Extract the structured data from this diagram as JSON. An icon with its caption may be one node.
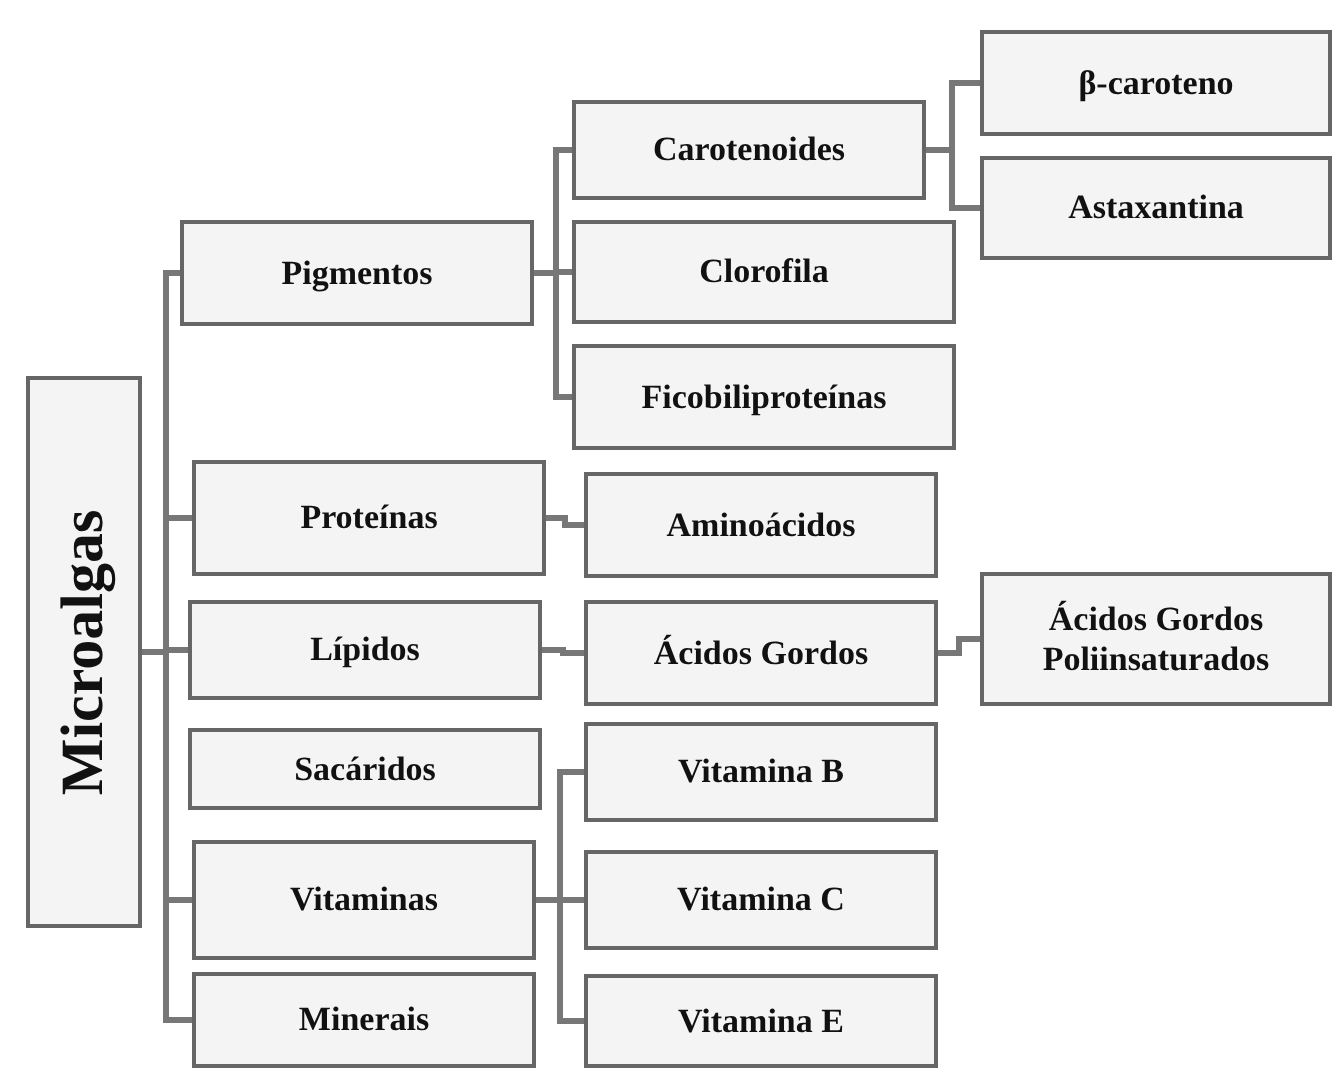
{
  "diagram": {
    "nodes": [
      {
        "text": [
          "Microalgas"
        ]
      },
      {
        "text": [
          "Pigmentos"
        ]
      },
      {
        "text": [
          "Proteínas"
        ]
      },
      {
        "text": [
          "Lípidos"
        ]
      },
      {
        "text": [
          "Sacáridos"
        ]
      },
      {
        "text": [
          "Vitaminas"
        ]
      },
      {
        "text": [
          "Minerais"
        ]
      },
      {
        "text": [
          "Carotenoides"
        ]
      },
      {
        "text": [
          "Clorofila"
        ]
      },
      {
        "text": [
          "Ficobiliproteínas"
        ]
      },
      {
        "text": [
          "Aminoácidos"
        ]
      },
      {
        "text": [
          "Ácidos Gordos"
        ]
      },
      {
        "text": [
          "Vitamina B"
        ]
      },
      {
        "text": [
          "Vitamina C"
        ]
      },
      {
        "text": [
          "Vitamina E"
        ]
      },
      {
        "text": [
          "β-caroteno"
        ]
      },
      {
        "text": [
          "Astaxantina"
        ]
      },
      {
        "text": [
          "Ácidos Gordos Poliinsaturados"
        ]
      }
    ],
    "edges": [
      {
        "from": 0,
        "to": 1,
        "arrow": "none"
      },
      {
        "from": 0,
        "to": 2,
        "arrow": "none"
      },
      {
        "from": 0,
        "to": 3,
        "arrow": "none"
      },
      {
        "from": 0,
        "to": 5,
        "arrow": "none"
      },
      {
        "from": 0,
        "to": 6,
        "arrow": "none"
      },
      {
        "from": 1,
        "to": 7,
        "arrow": "none"
      },
      {
        "from": 1,
        "to": 8,
        "arrow": "none"
      },
      {
        "from": 1,
        "to": 9,
        "arrow": "none"
      },
      {
        "from": 7,
        "to": 15,
        "arrow": "none"
      },
      {
        "from": 7,
        "to": 16,
        "arrow": "none"
      },
      {
        "from": 2,
        "to": 10,
        "arrow": "none"
      },
      {
        "from": 3,
        "to": 11,
        "arrow": "none"
      },
      {
        "from": 11,
        "to": 17,
        "arrow": "none"
      },
      {
        "from": 5,
        "to": 12,
        "arrow": "none"
      },
      {
        "from": 5,
        "to": 13,
        "arrow": "none"
      },
      {
        "from": 5,
        "to": 14,
        "arrow": "none"
      }
    ]
  }
}
